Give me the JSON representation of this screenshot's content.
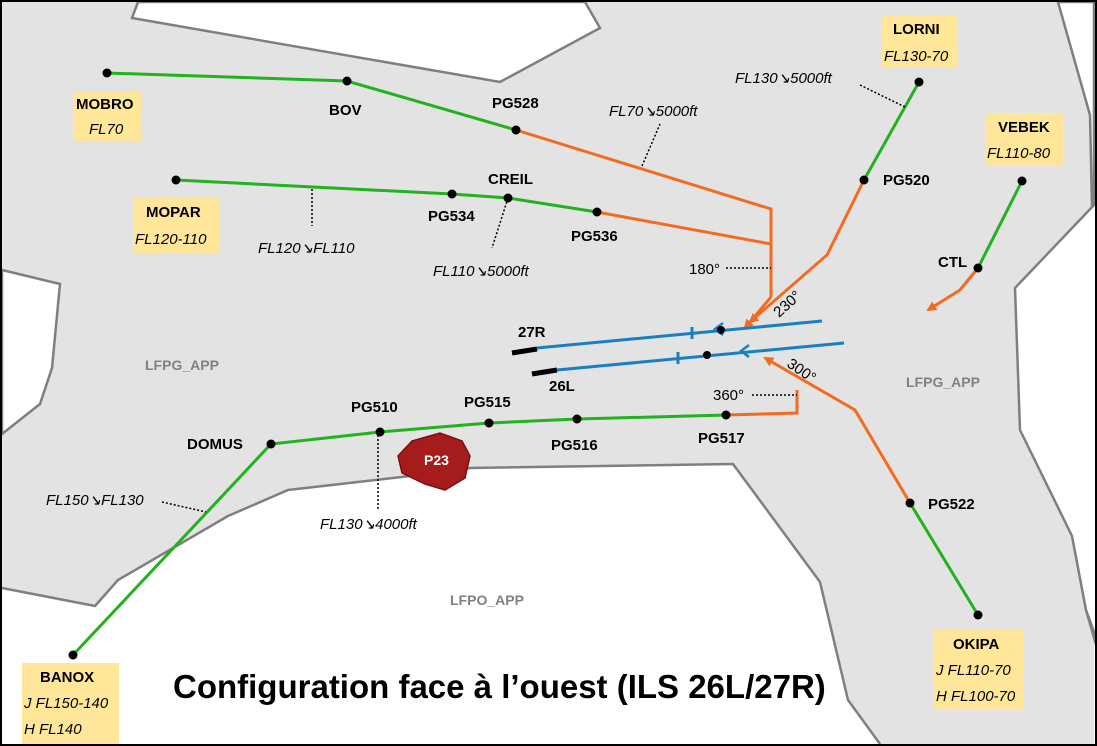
{
  "caption": "Configuration face à l’ouest (ILS 26L/27R)",
  "zones": {
    "paris_cdg": "LFPG_APP",
    "paris_cdg_east": "LFPG_APP",
    "paris_orly": "LFPO_APP"
  },
  "entry_points": {
    "mobro": {
      "name": "MOBRO",
      "alt": "FL70"
    },
    "mopar": {
      "name": "MOPAR",
      "alt": "FL120-110"
    },
    "lorni": {
      "name": "LORNI",
      "alt": "FL130-70"
    },
    "vebek": {
      "name": "VEBEK",
      "alt": "FL110-80"
    },
    "banox": {
      "name": "BANOX",
      "alt1": "J FL150-140",
      "alt2": "H FL140"
    },
    "okipa": {
      "name": "OKIPA",
      "alt1": "J FL110-70",
      "alt2": "H FL100-70"
    }
  },
  "waypoints": {
    "bov": "BOV",
    "pg528": "PG528",
    "creil": "CREIL",
    "pg534": "PG534",
    "pg536": "PG536",
    "pg520": "PG520",
    "ctl": "CTL",
    "domus": "DOMUS",
    "pg510": "PG510",
    "pg515": "PG515",
    "pg516": "PG516",
    "pg517": "PG517",
    "pg522": "PG522"
  },
  "constraints": {
    "fl120": "FL120↘FL110",
    "fl110": "FL110↘5000ft",
    "fl70": "FL70↘5000ft",
    "fl130_lorni": "FL130↘5000ft",
    "fl150": "FL150↘FL130",
    "fl130_pg510": "FL130↘4000ft"
  },
  "headings": {
    "h180": "180°",
    "h230": "230°",
    "h300": "300°",
    "h360": "360°"
  },
  "runways": {
    "r27r": "27R",
    "r26l": "26L"
  },
  "restricted_zone": "P23",
  "colors": {
    "tma_fill": "#e3e3e3",
    "tma_border": "#7f7f7f",
    "route_green": "#22b21d",
    "route_orange": "#f26b21",
    "runway_blue": "#1a7fc1",
    "label_box": "#ffe699",
    "restricted": "#a61c1c"
  }
}
